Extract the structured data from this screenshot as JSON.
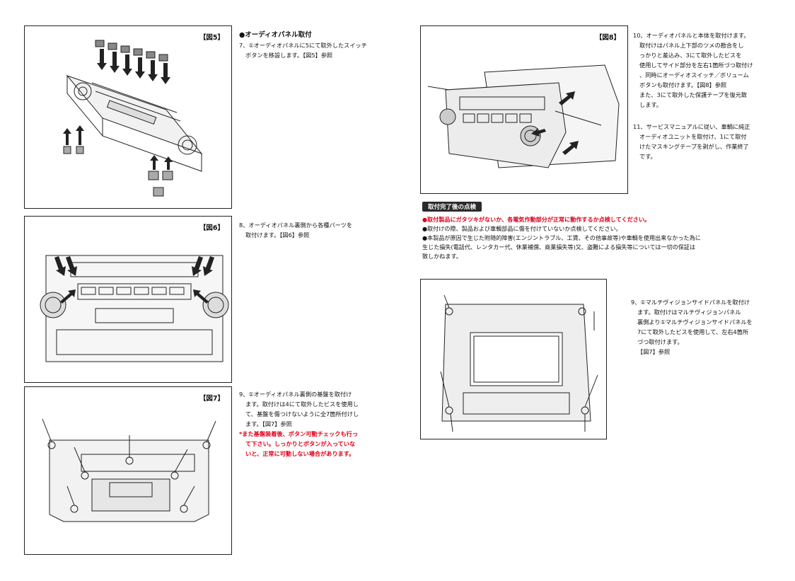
{
  "fig5": {
    "label": "【図5】"
  },
  "fig6": {
    "label": "【図6】"
  },
  "fig7": {
    "label": "【図7】"
  },
  "fig8": {
    "label": "【図8】"
  },
  "sec_audio": {
    "heading": "●オーディオパネル取付",
    "step7": [
      "7、①オーディオパネルに5にて取外したスイッチ",
      "ボタンを移設します。【図5】参照"
    ]
  },
  "step8": [
    "8、オーディオパネル裏側から各種パーツを",
    "取付けます。【図6】参照"
  ],
  "step9a": [
    "9、①オーディオパネル裏側の基盤を取付け",
    "ます。取付けは4にて取外したビスを使用し",
    "て、基盤を傷つけないように全7箇所付けし",
    "ます。【図7】参照"
  ],
  "step9a_note": [
    "*また基盤装着後、ボタン可動チェックも行っ",
    "て下さい。しっかりとボタンが入っていな",
    "いと、正常に可動しない場合があります。"
  ],
  "step10": [
    "10、オーディオパネルと本体を取付けます。",
    "取付けはパネル上下部のツメの勘合をし",
    "っかりと差込み、3にて取外したビスを",
    "使用してサイド部分を左右1箇所づつ取付け",
    "、同時にオーディオスイッチ／ボリューム",
    "ボタンも取付けます。【図8】参照",
    "また、3にて取外した保護テープを復元致",
    "します。"
  ],
  "step11": [
    "11、サービスマニュアルに従い、車輌に純正",
    "オーディオユニットを取付け、1にて取付",
    "けたマスキングテープを剥がし、作業終了",
    "です。"
  ],
  "check": {
    "badge": "取付完了後の点検",
    "item1": "●取付製品にガタツキがないか、各電気作動部分が正常に動作するか点検してください。",
    "item2": "●取付けの際、製品および車輌部品に傷を付けていないか点検してください。",
    "item3": [
      "●本製品が原因で生じた附随的障害(エンジントラブル、工賃、その他事故等)や車輌を使用出来なかった為に",
      "生じた損失(電話代、レンタカー代、休業補償、商業損失等)又、盗難による損失等については一切の保証は",
      "致しかねます。"
    ]
  },
  "step9b": [
    "9、①マルチヴィジョンサイドパネルを取付け",
    "ます。取付けはマルチヴィジョンパネル",
    "裏側より①マルチヴィジョンサイドパネルを",
    "7にて取外したビスを使用して、左右4箇所",
    "づつ取付けます。",
    "【図7】参照"
  ]
}
